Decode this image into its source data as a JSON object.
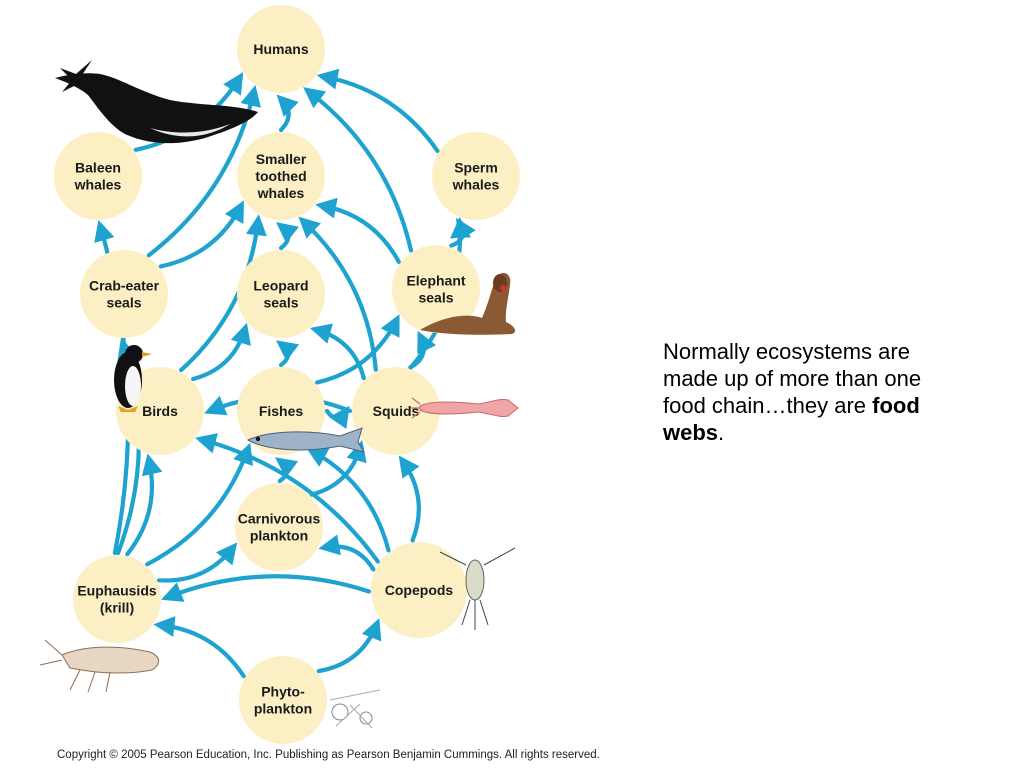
{
  "nodes": [
    {
      "id": "humans",
      "lines": [
        "Humans"
      ]
    },
    {
      "id": "baleen",
      "lines": [
        "Baleen",
        "whales"
      ]
    },
    {
      "id": "smaller",
      "lines": [
        "Smaller",
        "toothed",
        "whales"
      ]
    },
    {
      "id": "sperm",
      "lines": [
        "Sperm",
        "whales"
      ]
    },
    {
      "id": "crab",
      "lines": [
        "Crab-eater",
        "seals"
      ]
    },
    {
      "id": "leopard",
      "lines": [
        "Leopard",
        "seals"
      ]
    },
    {
      "id": "elephant",
      "lines": [
        "Elephant",
        "seals"
      ]
    },
    {
      "id": "birds",
      "lines": [
        "Birds"
      ]
    },
    {
      "id": "fishes",
      "lines": [
        "Fishes"
      ]
    },
    {
      "id": "squids",
      "lines": [
        "Squids"
      ]
    },
    {
      "id": "carnivorous",
      "lines": [
        "Carnivorous",
        "plankton"
      ]
    },
    {
      "id": "euphausids",
      "lines": [
        "Euphausids",
        "(krill)"
      ]
    },
    {
      "id": "copepods",
      "lines": [
        "Copepods"
      ]
    },
    {
      "id": "phyto",
      "lines": [
        "Phyto-",
        "plankton"
      ]
    }
  ],
  "edges": [
    {
      "from": "baleen",
      "to": "humans"
    },
    {
      "from": "smaller",
      "to": "humans"
    },
    {
      "from": "sperm",
      "to": "humans"
    },
    {
      "from": "crab",
      "to": "humans"
    },
    {
      "from": "elephant",
      "to": "humans"
    },
    {
      "from": "euphausids",
      "to": "baleen"
    },
    {
      "from": "crab",
      "to": "smaller"
    },
    {
      "from": "leopard",
      "to": "smaller"
    },
    {
      "from": "elephant",
      "to": "smaller"
    },
    {
      "from": "squids",
      "to": "smaller"
    },
    {
      "from": "birds",
      "to": "smaller"
    },
    {
      "from": "elephant",
      "to": "sperm"
    },
    {
      "from": "squids",
      "to": "sperm"
    },
    {
      "from": "euphausids",
      "to": "crab"
    },
    {
      "from": "birds",
      "to": "leopard"
    },
    {
      "from": "squids",
      "to": "leopard"
    },
    {
      "from": "fishes",
      "to": "leopard"
    },
    {
      "from": "fishes",
      "to": "elephant"
    },
    {
      "from": "squids",
      "to": "elephant"
    },
    {
      "from": "squids",
      "to": "birds"
    },
    {
      "from": "euphausids",
      "to": "birds"
    },
    {
      "from": "fishes",
      "to": "squids"
    },
    {
      "from": "euphausids",
      "to": "fishes"
    },
    {
      "from": "carnivorous",
      "to": "fishes"
    },
    {
      "from": "carnivorous",
      "to": "squids"
    },
    {
      "from": "copepods",
      "to": "squids"
    },
    {
      "from": "copepods",
      "to": "carnivorous"
    },
    {
      "from": "euphausids",
      "to": "carnivorous"
    },
    {
      "from": "copepods",
      "to": "euphausids"
    },
    {
      "from": "copepods",
      "to": "birds"
    },
    {
      "from": "phyto",
      "to": "euphausids"
    },
    {
      "from": "phyto",
      "to": "copepods"
    },
    {
      "from": "copepods",
      "to": "fishes"
    }
  ],
  "credit": "Copyright ©  2005 Pearson Education, Inc. Publishing as Pearson Benjamin Cummings. All rights reserved.",
  "explanation": {
    "text_before": "Normally ecosystems are made up of more than one food chain…they are ",
    "bold": "food webs",
    "text_after": "."
  },
  "colors": {
    "node_fill": "#fcefc4",
    "arrow": "#1ea3d1"
  }
}
